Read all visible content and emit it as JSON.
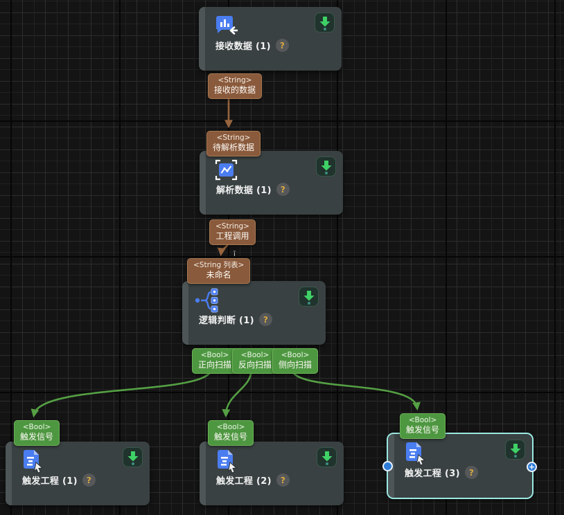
{
  "app": {
    "view": "node-graph-editor"
  },
  "colors": {
    "canvas_bg": "#141414",
    "node_bg": "#3a4142",
    "node_strip": "#4d5557",
    "string_port": "#8a5a3c",
    "bool_port": "#4e9741",
    "wire_string": "#96643e",
    "wire_bool": "#55a044",
    "selection_border": "#9ce9e3",
    "handle_blue": "#2f7cd6",
    "download_arrow": "#3fd166",
    "help_badge_bg": "#56585a",
    "help_badge_fg": "#d9a93f"
  },
  "nodes": [
    {
      "title": "接收数据 (1)",
      "help": "?",
      "icon": "receive-data-icon"
    },
    {
      "title": "解析数据 (1)",
      "help": "?",
      "icon": "parse-data-icon"
    },
    {
      "title": "逻辑判断 (1)",
      "help": "?",
      "icon": "logic-branch-icon"
    },
    {
      "title": "触发工程 (1)",
      "help": "?",
      "icon": "trigger-project-icon"
    },
    {
      "title": "触发工程 (2)",
      "help": "?",
      "icon": "trigger-project-icon"
    },
    {
      "title": "触发工程 (3)",
      "help": "?",
      "icon": "trigger-project-icon"
    }
  ],
  "ports": [
    {
      "type": "<String>",
      "name": "接收的数据",
      "color": "brown"
    },
    {
      "type": "<String>",
      "name": "待解析数据",
      "color": "brown"
    },
    {
      "type": "<String>",
      "name": "工程调用",
      "color": "brown"
    },
    {
      "type": "<String 列表>",
      "name": "未命名",
      "color": "brown"
    },
    {
      "type": "<Bool>",
      "name": "正向扫描",
      "color": "green"
    },
    {
      "type": "<Bool>",
      "name": "反向扫描",
      "color": "green"
    },
    {
      "type": "<Bool>",
      "name": "侧向扫描",
      "color": "green"
    },
    {
      "type": "<Bool>",
      "name": "触发信号",
      "color": "green"
    },
    {
      "type": "<Bool>",
      "name": "触发信号",
      "color": "green"
    },
    {
      "type": "<Bool>",
      "name": "触发信号",
      "color": "green"
    }
  ],
  "wires": [
    {
      "from": "接收的数据",
      "to": "待解析数据",
      "type": "String"
    },
    {
      "from": "工程调用",
      "to": "未命名",
      "type": "String"
    },
    {
      "from": "正向扫描",
      "to": "触发工程 (1) 触发信号",
      "type": "Bool"
    },
    {
      "from": "反向扫描",
      "to": "触发工程 (2) 触发信号",
      "type": "Bool"
    },
    {
      "from": "侧向扫描",
      "to": "触发工程 (3) 触发信号",
      "type": "Bool"
    }
  ],
  "selection": {
    "selected_node": "触发工程 (3)",
    "add_handle_label": "+"
  },
  "misc": {
    "info_glyph": "ī"
  }
}
